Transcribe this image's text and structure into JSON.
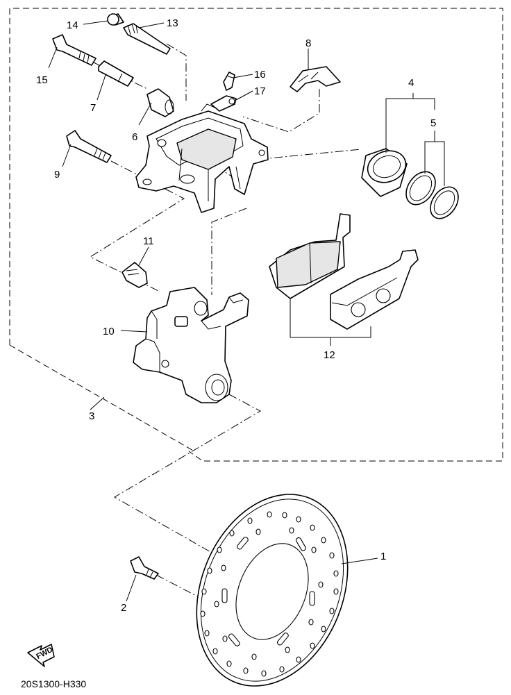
{
  "diagram": {
    "code": "20S1300-H330",
    "fwd_label": "FWD",
    "callouts": [
      "1",
      "2",
      "3",
      "4",
      "5",
      "6",
      "7",
      "8",
      "9",
      "10",
      "11",
      "12",
      "13",
      "14",
      "15",
      "16",
      "17"
    ]
  }
}
